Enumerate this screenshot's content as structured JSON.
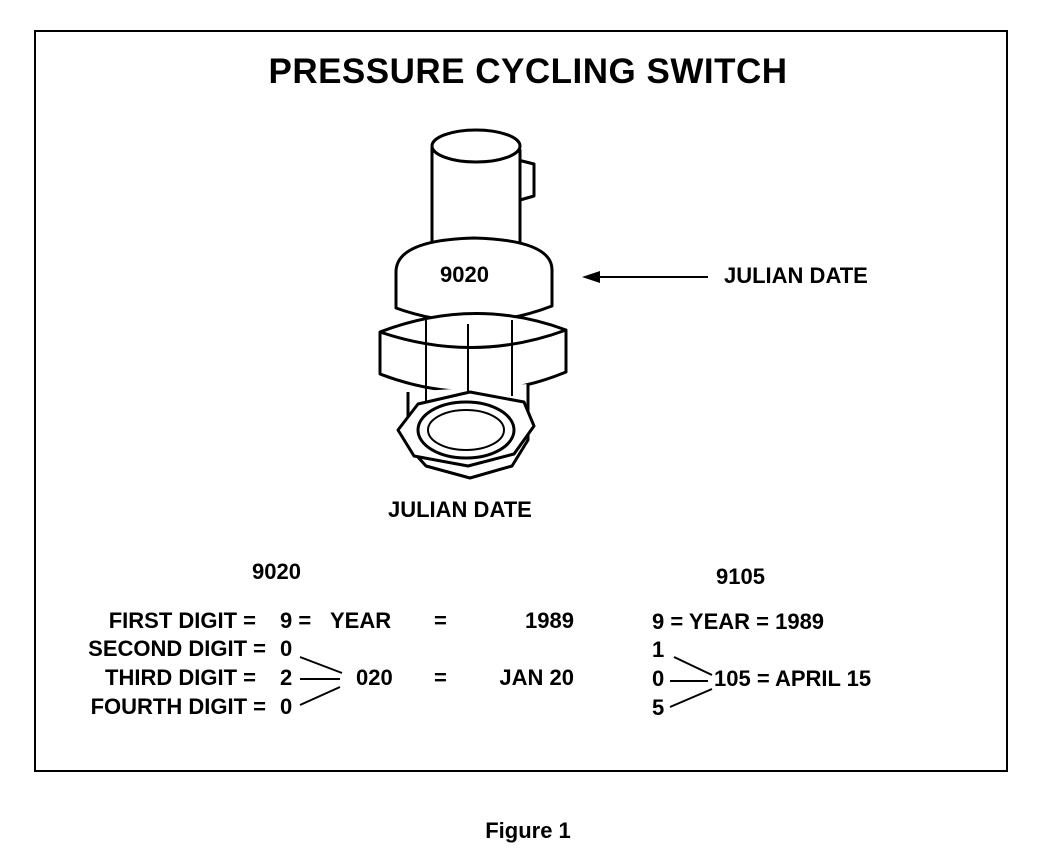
{
  "title": "PRESSURE CYCLING SWITCH",
  "switch_label": "9020",
  "arrow_label": "JULIAN DATE",
  "section_heading": "JULIAN DATE",
  "left": {
    "code": "9020",
    "digits": [
      {
        "label": "FIRST DIGIT =",
        "value": "9 ="
      },
      {
        "label": "SECOND DIGIT =",
        "value": "0"
      },
      {
        "label": "THIRD DIGIT =",
        "value": "2"
      },
      {
        "label": "FOURTH DIGIT =",
        "value": "0"
      }
    ],
    "year_word": "YEAR",
    "eq1": "=",
    "year_value": "1989",
    "day_code": "020",
    "eq2": "=",
    "day_value": "JAN 20"
  },
  "right": {
    "code": "9105",
    "year_line": "9 = YEAR = 1989",
    "digits": [
      "1",
      "0",
      "5"
    ],
    "result": "105 = APRIL 15"
  },
  "caption": "Figure 1"
}
